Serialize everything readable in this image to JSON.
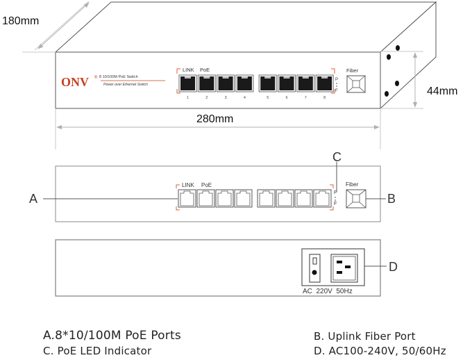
{
  "dimensions": {
    "depth": "180mm",
    "height": "44mm",
    "width": "280mm"
  },
  "front_panel": {
    "brand": "ONV",
    "registered_mark": "®",
    "model_line": "8 10/100M PoE Switch",
    "tagline": "Power over Ethernet Switch",
    "led_labels": [
      "LINK",
      "PoE"
    ],
    "port_numbers": [
      "1",
      "2",
      "3",
      "4",
      "5",
      "6",
      "7",
      "8"
    ],
    "indicator_letters": [
      "P",
      "F"
    ],
    "fiber_label": "Fiber"
  },
  "callouts": {
    "a": "A",
    "b": "B",
    "c": "C",
    "d": "D"
  },
  "rear_panel": {
    "power_label": "AC  220V  50Hz"
  },
  "legend": {
    "a": "A.8*10/100M PoE Ports",
    "b": "B. Uplink Fiber Port",
    "c": "C. PoE LED Indicator",
    "d": "D. AC100-240V, 50/60Hz"
  },
  "colors": {
    "brand": "#c8401f",
    "bracket": "#d9623a",
    "port_fill": "#1a1a1a",
    "dim_line": "#b0b0b0"
  }
}
